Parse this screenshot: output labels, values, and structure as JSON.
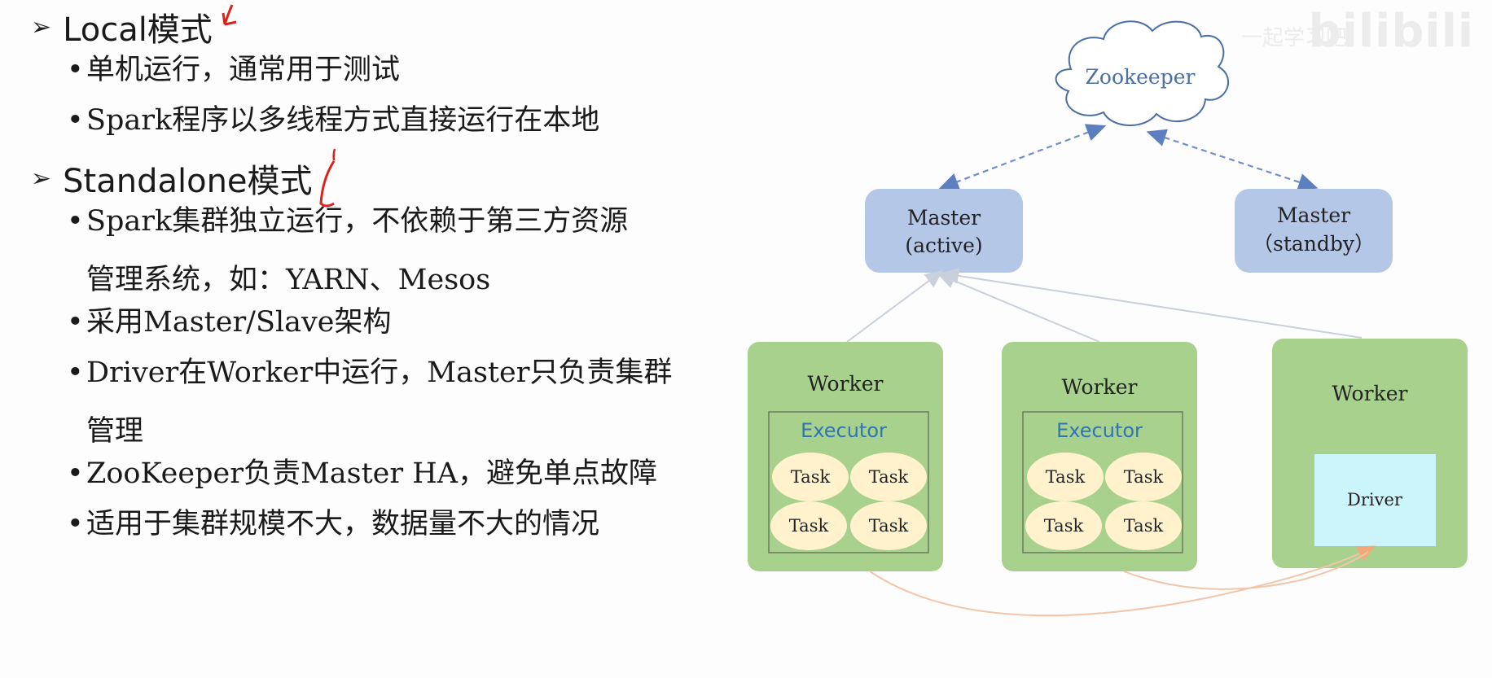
{
  "slide": {
    "items": [
      {
        "type": "heading",
        "text": "Local模式"
      },
      {
        "type": "bullet",
        "lines": [
          "单机运行，通常用于测试"
        ]
      },
      {
        "type": "bullet",
        "lines": [
          "Spark程序以多线程方式直接运行在本地"
        ]
      },
      {
        "type": "heading",
        "text": "Standalone模式"
      },
      {
        "type": "bullet",
        "lines": [
          "Spark集群独立运行，不依赖于第三方资源",
          "管理系统，如：YARN、Mesos"
        ]
      },
      {
        "type": "bullet",
        "lines": [
          "采用Master/Slave架构"
        ]
      },
      {
        "type": "bullet",
        "lines": [
          "Driver在Worker中运行，Master只负责集群",
          "管理"
        ]
      },
      {
        "type": "bullet",
        "lines": [
          "ZooKeeper负责Master HA，避免单点故障"
        ]
      },
      {
        "type": "bullet",
        "lines": [
          "适用于集群规模不大，数据量不大的情况"
        ]
      }
    ],
    "bullet_symbol": "•",
    "heading_symbol": "➢"
  },
  "diagram": {
    "zookeeper": "Zookeeper",
    "master_active": {
      "title": "Master",
      "state": "(active)"
    },
    "master_standby": {
      "title": "Master",
      "state": "（standby）"
    },
    "worker_label": "Worker",
    "executor_label": "Executor",
    "task_label": "Task",
    "driver_label": "Driver"
  },
  "watermark": {
    "text": "bilibili",
    "small": "一起学习吧"
  },
  "colors": {
    "master_fill": "#b4c7e7",
    "worker_fill": "#a9d18e",
    "task_fill": "#fff2cc",
    "driver_fill": "#ccf5fb",
    "executor_text": "#2e75b6",
    "annotation_red": "#e0201b"
  }
}
